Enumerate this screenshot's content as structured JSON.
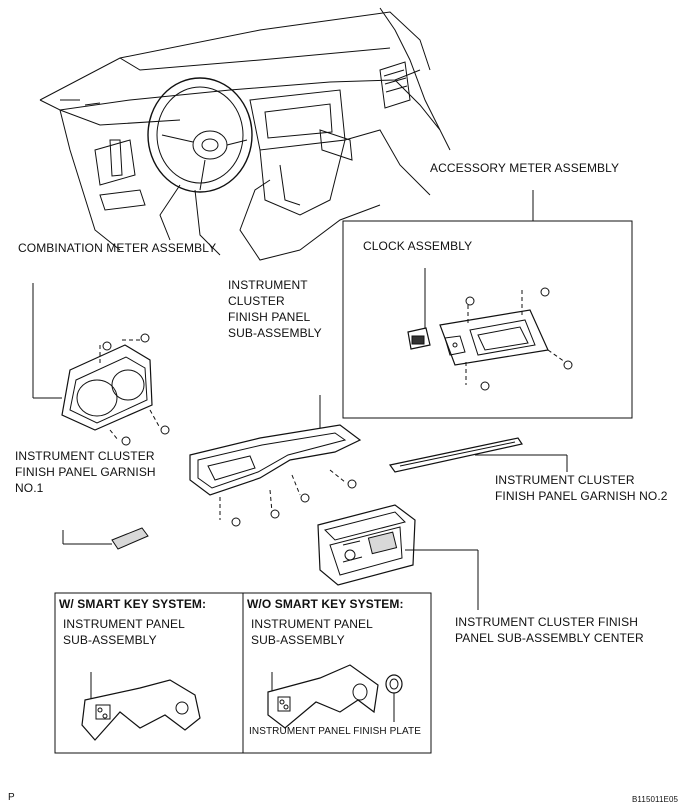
{
  "labels": {
    "accessory_meter": "ACCESSORY METER ASSEMBLY",
    "combination_meter": "COMBINATION METER ASSEMBLY",
    "clock": "CLOCK ASSEMBLY",
    "icf_panel": [
      "INSTRUMENT",
      "CLUSTER",
      "FINISH PANEL",
      "SUB-ASSEMBLY"
    ],
    "garnish1": [
      "INSTRUMENT CLUSTER",
      "FINISH PANEL GARNISH",
      "NO.1"
    ],
    "garnish2": [
      "INSTRUMENT CLUSTER",
      "FINISH PANEL GARNISH NO.2"
    ],
    "center": [
      "INSTRUMENT CLUSTER FINISH",
      "PANEL SUB-ASSEMBLY CENTER"
    ]
  },
  "variants": {
    "with_smart_key": {
      "heading": "W/ SMART KEY SYSTEM:",
      "part": [
        "INSTRUMENT PANEL",
        "SUB-ASSEMBLY"
      ]
    },
    "without_smart_key": {
      "heading": "W/O SMART KEY SYSTEM:",
      "part": [
        "INSTRUMENT PANEL",
        "SUB-ASSEMBLY"
      ],
      "plate": "INSTRUMENT PANEL FINISH PLATE"
    }
  },
  "footer": {
    "left_mark": "P",
    "figure_code": "B115011E05"
  }
}
